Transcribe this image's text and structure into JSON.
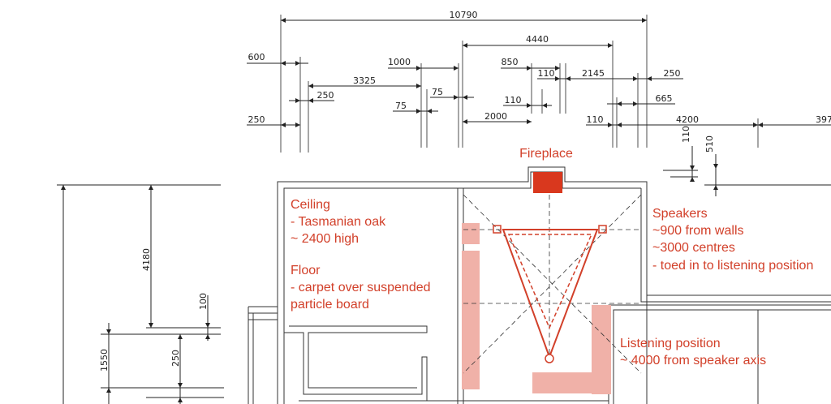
{
  "dimensions": {
    "overall": "10790",
    "d4440": "4440",
    "d600": "600",
    "d1000": "1000",
    "d850": "850",
    "d110a": "110",
    "d2145": "2145",
    "d250a": "250",
    "d3325": "3325",
    "d250b": "250",
    "d75a": "75",
    "d75b": "75",
    "d110b": "110",
    "d665": "665",
    "d2000": "2000",
    "d250c": "250",
    "d110c": "110",
    "d4200": "4200",
    "d397": "397",
    "d110v": "110",
    "d510v": "510",
    "d4180": "4180",
    "d100": "100",
    "d1550": "1550",
    "d250v": "250"
  },
  "labels": {
    "fireplace": "Fireplace",
    "ceiling": [
      "Ceiling",
      "- Tasmanian oak",
      "~ 2400 high"
    ],
    "floor": [
      "Floor",
      "- carpet over suspended",
      "particle board"
    ],
    "speakers": [
      "Speakers",
      "~900 from walls",
      "~3000 centres",
      "- toed in to listening position"
    ],
    "listening": [
      "Listening position",
      "~ 4000 from speaker axis"
    ]
  },
  "colors": {
    "annotation": "#d2402a",
    "furniture": "#f0b1a8",
    "lines": "#222222"
  }
}
